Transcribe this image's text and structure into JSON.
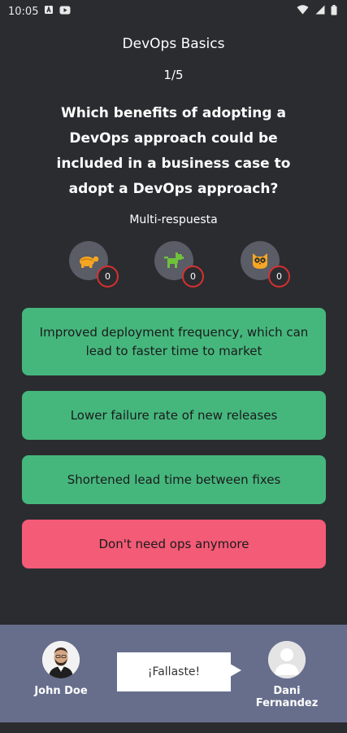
{
  "status_bar": {
    "time": "10:05"
  },
  "quiz": {
    "title": "DevOps Basics",
    "progress": "1/5",
    "question": "Which benefits of adopting a DevOps approach could be included in a business case to adopt a DevOps approach?",
    "mode": "Multi-respuesta"
  },
  "powerups": [
    {
      "icon": "turtle-icon",
      "count": "0",
      "color": "#f5a623"
    },
    {
      "icon": "dog-icon",
      "count": "0",
      "color": "#6fc23a"
    },
    {
      "icon": "owl-icon",
      "count": "0",
      "color": "#f5a623"
    }
  ],
  "answers": [
    {
      "text": "Improved deployment frequency, which can lead to faster time to market",
      "state": "correct",
      "color": "#45b77d"
    },
    {
      "text": "Lower failure rate of new releases",
      "state": "correct",
      "color": "#45b77d"
    },
    {
      "text": "Shortened lead time between fixes",
      "state": "correct",
      "color": "#45b77d"
    },
    {
      "text": "Don't need ops anymore",
      "state": "incorrect",
      "color": "#f35b76"
    }
  ],
  "footer": {
    "player_left": {
      "name": "John Doe"
    },
    "message": "¡Fallaste!",
    "player_right": {
      "name": "Dani Fernandez"
    }
  }
}
